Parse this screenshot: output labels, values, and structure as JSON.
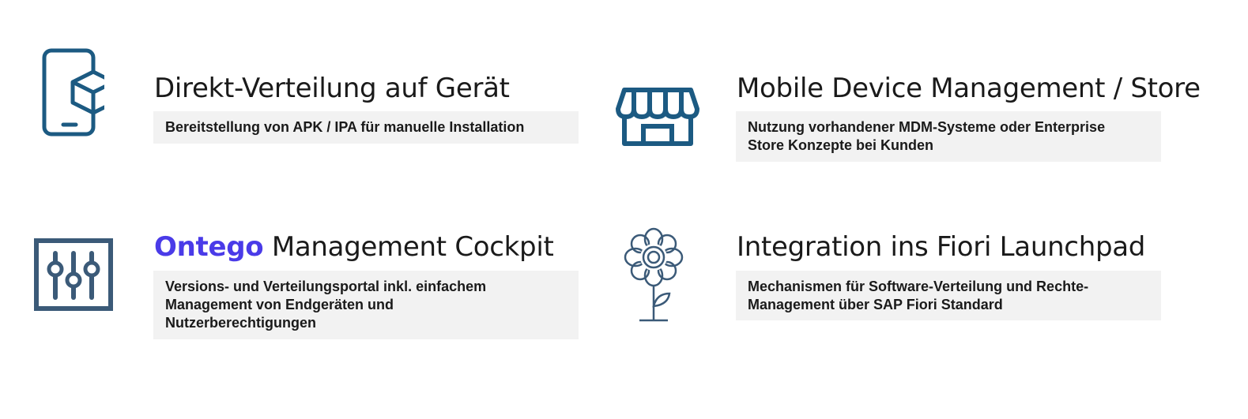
{
  "colors": {
    "icon_blue": "#1c5a82",
    "icon_slate": "#3b5a78",
    "brand": "#4a3be8",
    "text": "#1a1a1a",
    "box_bg": "#f2f2f2"
  },
  "features": [
    {
      "icon": "phone-cube-icon",
      "title": "Direkt-Verteilung auf Gerät",
      "description": "Bereitstellung von APK / IPA für manuelle Installation"
    },
    {
      "icon": "storefront-icon",
      "title": "Mobile Device Management / Store",
      "description": "Nutzung vorhandener MDM-Systeme oder Enterprise\nStore Konzepte bei Kunden"
    },
    {
      "icon": "sliders-icon",
      "brand": "Ontego",
      "title": " Management Cockpit",
      "description": "Versions- und Verteilungsportal inkl. einfachem\nManagement von Endgeräten  und\nNutzerberechtigungen"
    },
    {
      "icon": "flower-icon",
      "title": "Integration ins Fiori Launchpad",
      "description": "Mechanismen für Software-Verteilung und Rechte-\nManagement über SAP Fiori Standard"
    }
  ]
}
